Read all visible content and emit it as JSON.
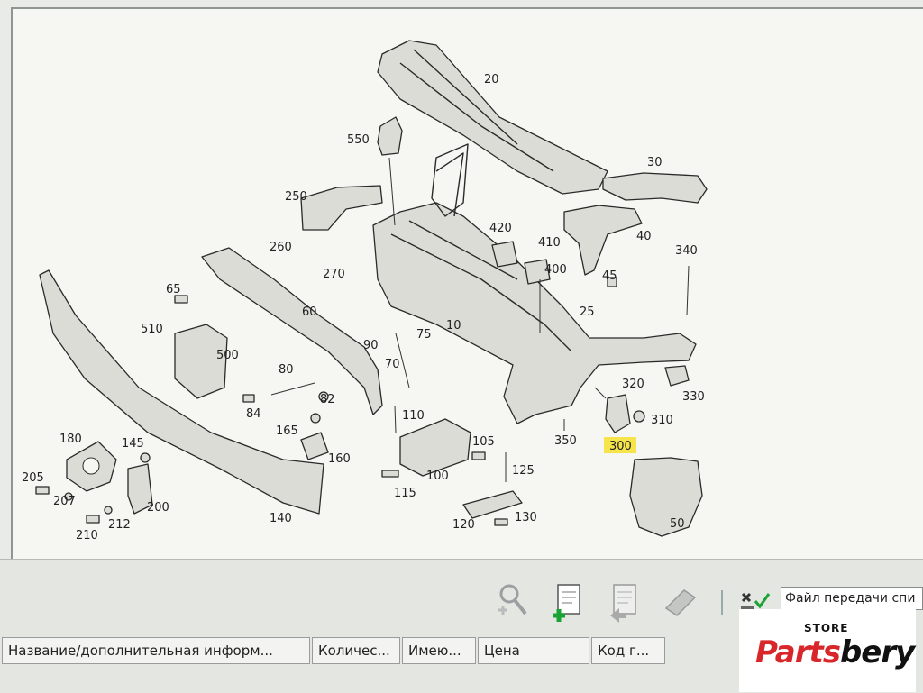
{
  "diagram": {
    "labels": [
      "20",
      "30",
      "550",
      "250",
      "260",
      "270",
      "420",
      "410",
      "400",
      "40",
      "45",
      "340",
      "25",
      "65",
      "60",
      "10",
      "510",
      "500",
      "90",
      "75",
      "70",
      "80",
      "82",
      "84",
      "165",
      "160",
      "110",
      "105",
      "125",
      "100",
      "115",
      "320",
      "330",
      "310",
      "350",
      "300",
      "180",
      "145",
      "205",
      "207",
      "200",
      "212",
      "210",
      "140",
      "120",
      "130",
      "50"
    ],
    "highlighted_label": "300"
  },
  "toolbar": {
    "buttons": [
      {
        "name": "search-add",
        "icon": "magnifier-plus-icon"
      },
      {
        "name": "add-to-list",
        "icon": "document-add-icon"
      },
      {
        "name": "transfer-list",
        "icon": "document-export-icon"
      },
      {
        "name": "eraser",
        "icon": "eraser-icon"
      }
    ],
    "settings_icon": "tools-check-icon",
    "file_field_value": "Файл передачи спи"
  },
  "table": {
    "columns": [
      "Название/дополнительная информ...",
      "Количес...",
      "Имею...",
      "Цена",
      "Код г..."
    ]
  },
  "logo": {
    "store": "STORE",
    "name_part1": "Parts",
    "name_part2": "bery"
  },
  "colors": {
    "highlight": "#f5e44a",
    "logo_red": "#d9262b",
    "background": "#f6f7f3"
  }
}
